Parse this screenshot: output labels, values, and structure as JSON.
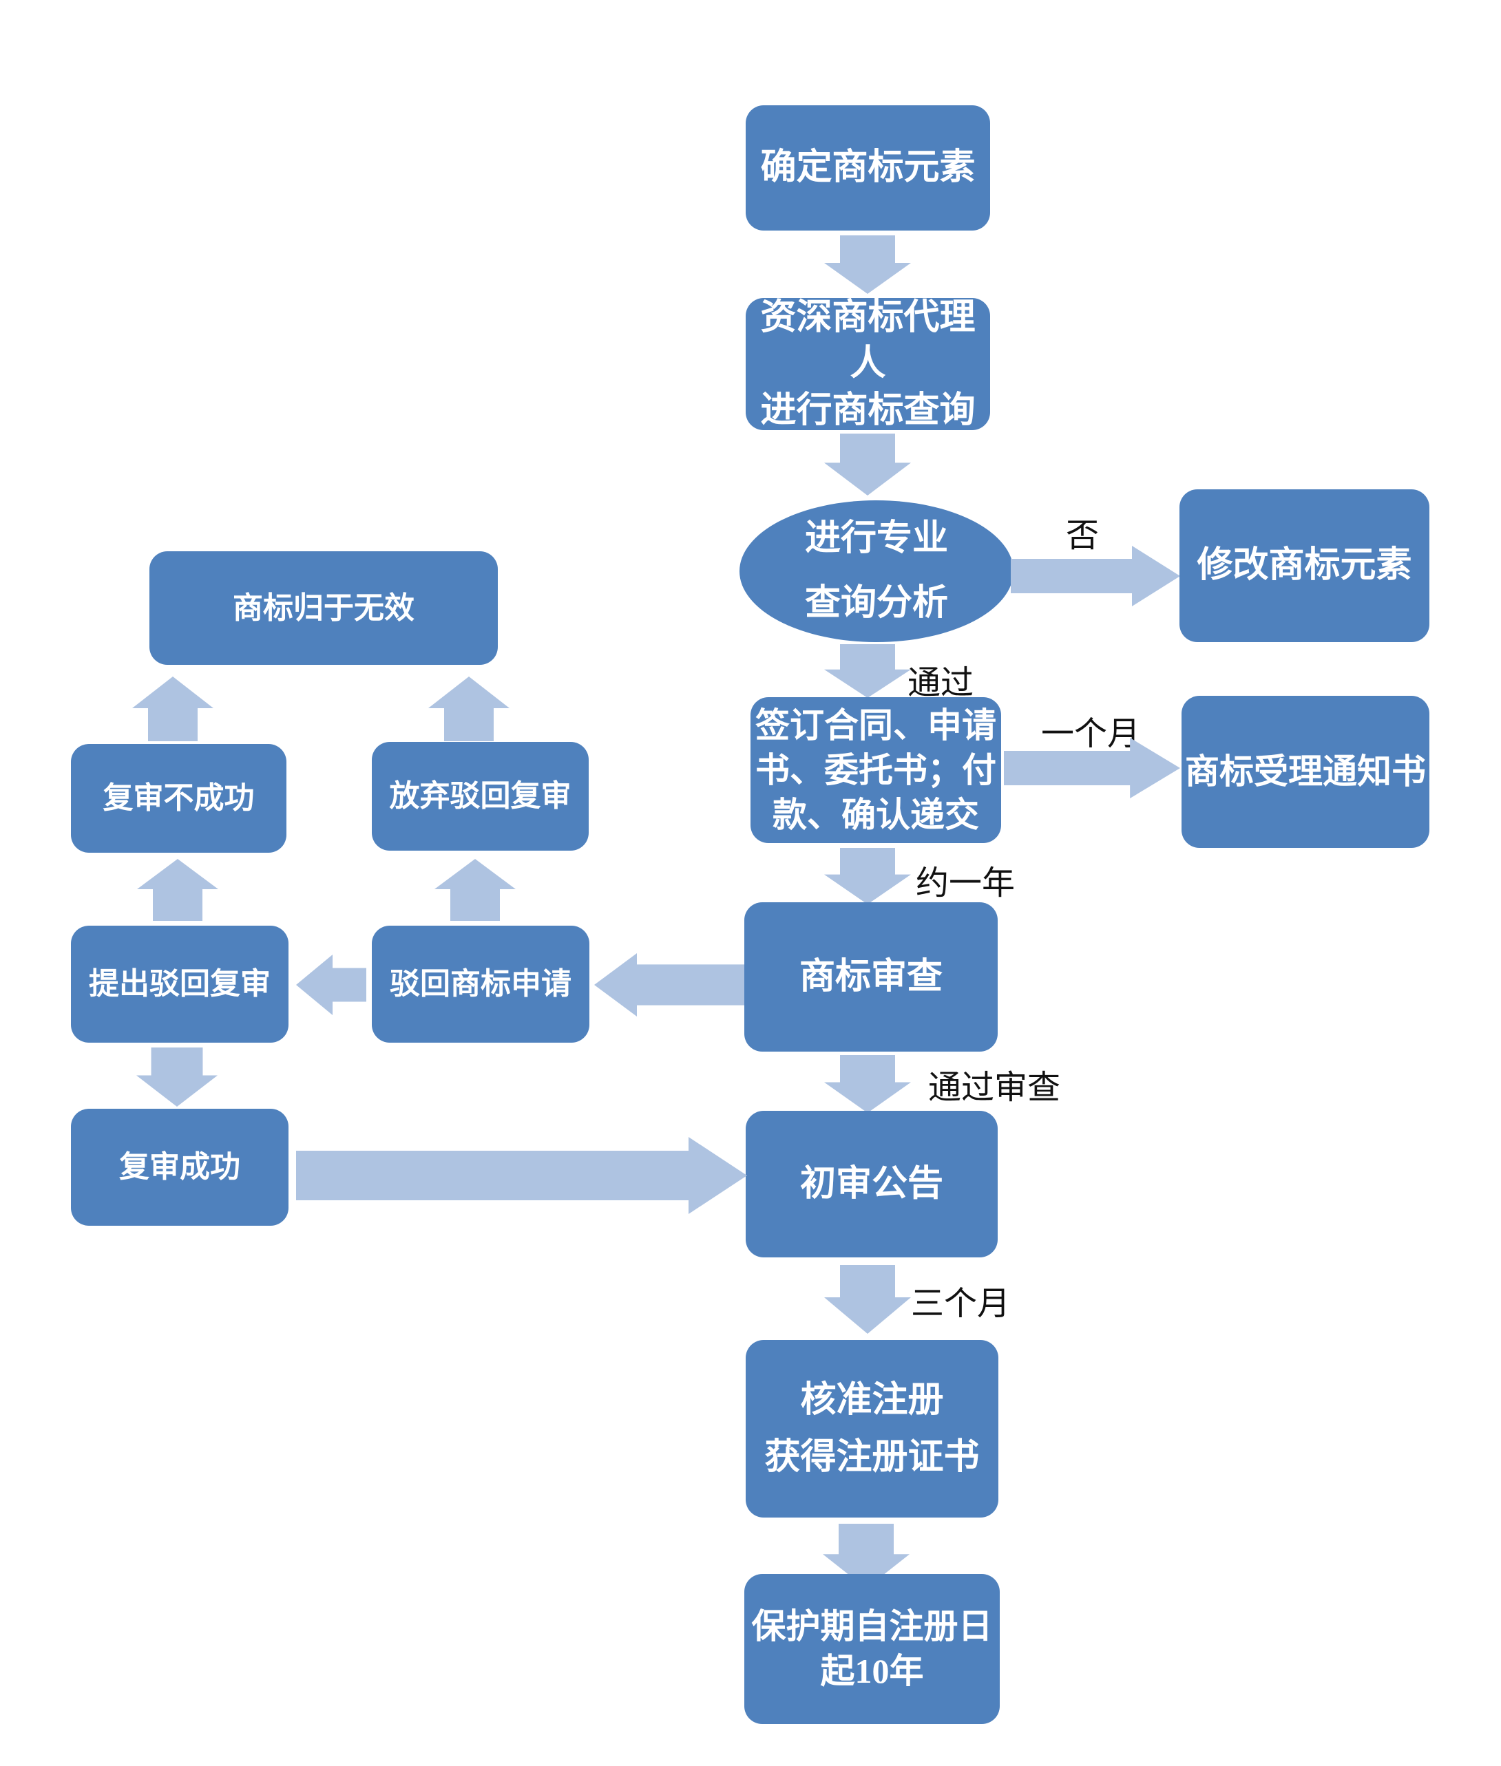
{
  "colors": {
    "node_fill": "#4f81bd",
    "arrow_fill": "#aec3e1",
    "node_text": "#ffffff",
    "label_text": "#111111",
    "background": "#ffffff"
  },
  "nodes": {
    "define_elements": "确定商标元素",
    "agent_search": "资深商标代理人\n进行商标查询",
    "analysis": "进行专业\n查询分析",
    "modify_elements": "修改商标元素",
    "sign_contract": "签订合同、申请\n书、委托书；付\n款、确认递交",
    "acceptance_notice": "商标受理通知书",
    "trademark_review": "商标审查",
    "preliminary_announcement": "初审公告",
    "approve_register": "核准注册\n获得注册证书",
    "protection_period": "保护期自注册日\n起10年",
    "invalid": "商标归于无效",
    "review_fail": "复审不成功",
    "abandon_appeal": "放弃驳回复审",
    "file_appeal": "提出驳回复审",
    "reject_application": "驳回商标申请",
    "review_success": "复审成功"
  },
  "edge_labels": {
    "no": "否",
    "pass": "通过",
    "one_month": "一个月",
    "about_one_year": "约一年",
    "pass_review": "通过审查",
    "three_months": "三个月"
  }
}
